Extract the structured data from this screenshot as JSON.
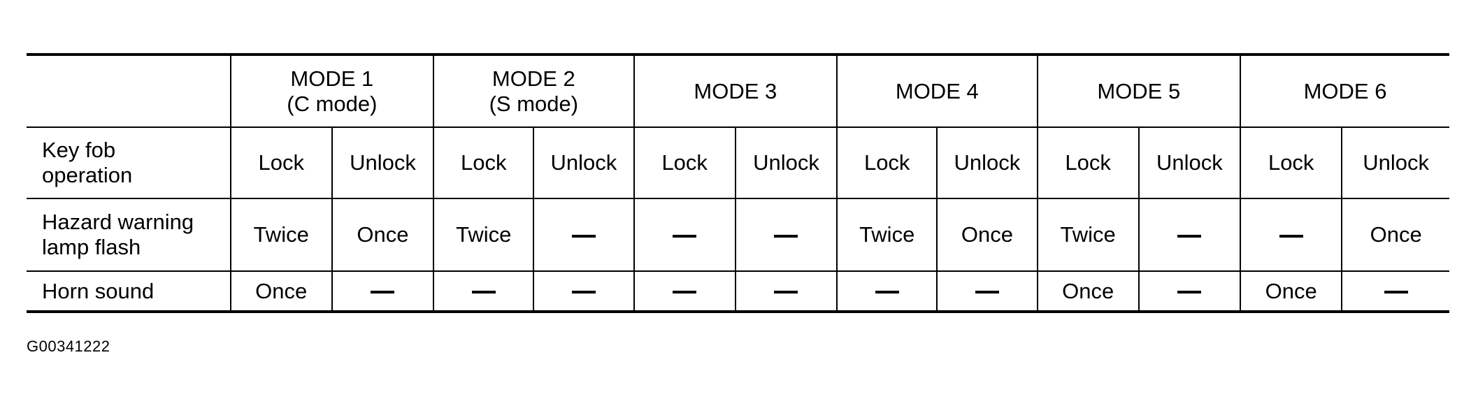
{
  "table": {
    "corner_label": "",
    "modes": [
      {
        "label": "MODE 1",
        "sub": "(C mode)"
      },
      {
        "label": "MODE 2",
        "sub": "(S mode)"
      },
      {
        "label": "MODE 3",
        "sub": ""
      },
      {
        "label": "MODE 4",
        "sub": ""
      },
      {
        "label": "MODE 5",
        "sub": ""
      },
      {
        "label": "MODE 6",
        "sub": ""
      }
    ],
    "rows": [
      {
        "label_line1": "Key fob",
        "label_line2": "operation",
        "cells": [
          "Lock",
          "Unlock",
          "Lock",
          "Unlock",
          "Lock",
          "Unlock",
          "Lock",
          "Unlock",
          "Lock",
          "Unlock",
          "Lock",
          "Unlock"
        ]
      },
      {
        "label_line1": "Hazard warning",
        "label_line2": "lamp flash",
        "cells": [
          "Twice",
          "Once",
          "Twice",
          "—",
          "—",
          "—",
          "Twice",
          "Once",
          "Twice",
          "—",
          "—",
          "Once"
        ]
      },
      {
        "label_line1": "Horn sound",
        "label_line2": "",
        "cells": [
          "Once",
          "—",
          "—",
          "—",
          "—",
          "—",
          "—",
          "—",
          "Once",
          "—",
          "Once",
          "—"
        ]
      }
    ]
  },
  "figure_id": "G00341222"
}
